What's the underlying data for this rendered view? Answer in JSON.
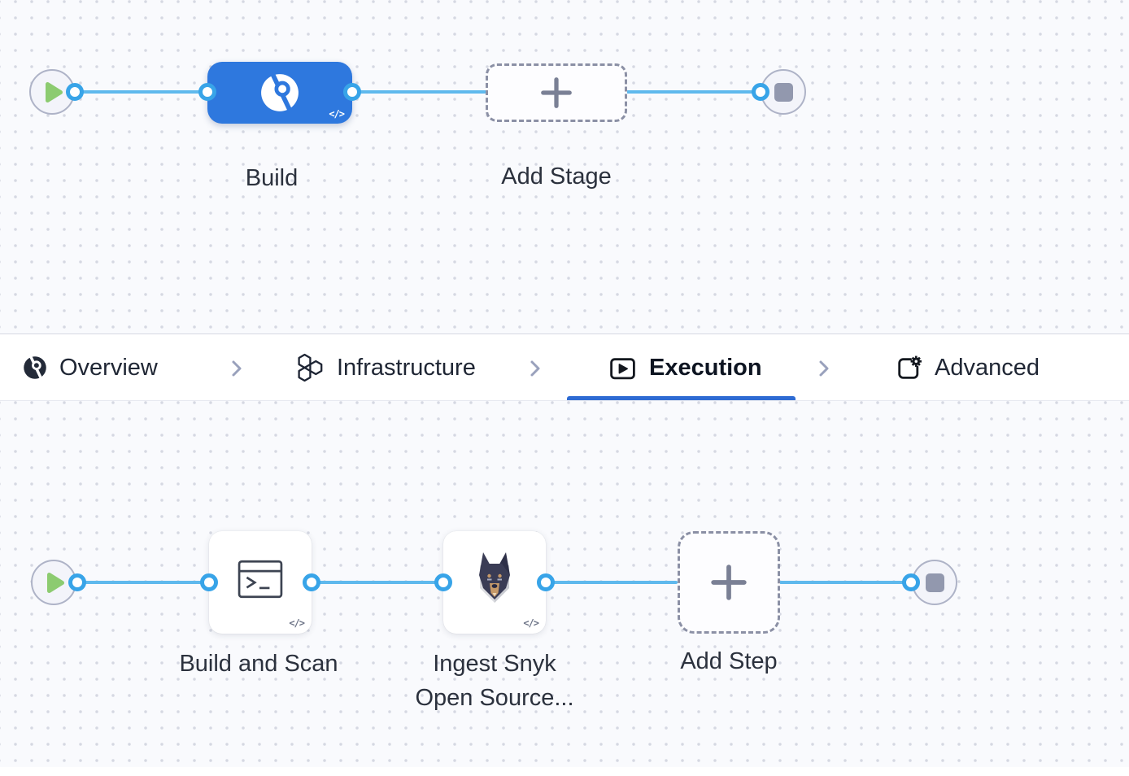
{
  "stage_flow": {
    "build_stage": {
      "label": "Build",
      "code_badge": "</>"
    },
    "add_stage": {
      "label": "Add Stage"
    }
  },
  "tab_bar": {
    "tabs": [
      {
        "label": "Overview",
        "icon": "pipeline-overview-icon",
        "active": false
      },
      {
        "label": "Infrastructure",
        "icon": "hexagons-icon",
        "active": false
      },
      {
        "label": "Execution",
        "icon": "execution-play-icon",
        "active": true
      },
      {
        "label": "Advanced",
        "icon": "advanced-gear-icon",
        "active": false
      }
    ]
  },
  "execution_flow": {
    "steps": [
      {
        "label": "Build and Scan",
        "icon": "terminal-icon",
        "code_badge": "</>"
      },
      {
        "label_line1": "Ingest Snyk",
        "label_line2": "Open Source...",
        "icon": "snyk-doberman-icon",
        "code_badge": "</>"
      }
    ],
    "add_step": {
      "label": "Add Step"
    }
  },
  "colors": {
    "canvas_bg": "#f9fafd",
    "canvas_dot": "#d5d8e2",
    "connector_line": "#5fb9ed",
    "port_ring": "#38a4e8",
    "stage_blue": "#2e78de",
    "active_tab_underline": "#2e6bd3",
    "start_play_green": "#8ccb70",
    "end_stop_gray": "#9298ae",
    "dashed_border": "#8b90a5",
    "label_text": "#2b313d"
  }
}
